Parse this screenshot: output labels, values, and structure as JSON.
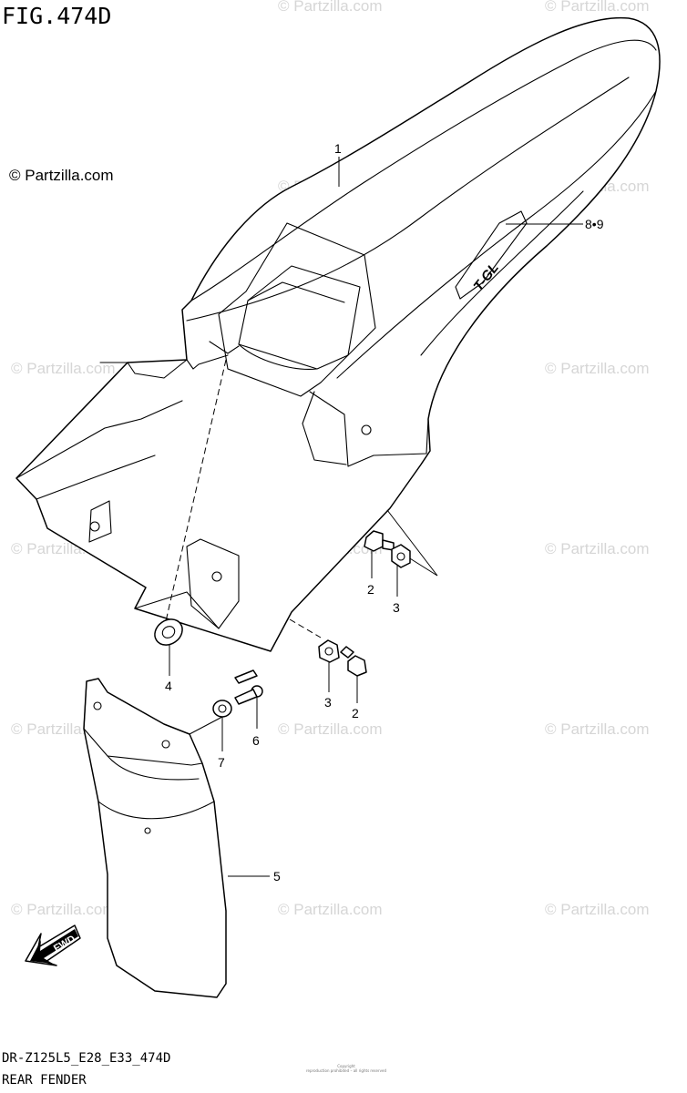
{
  "figure_title": "FIG.474D",
  "brand": "© Partzilla.com",
  "watermark": "© Partzilla.com",
  "fwd_label": "FWD",
  "decal_text": "T-GL",
  "footer": {
    "model_code": "DR-Z125L5_E28_E33_474D",
    "section_name": "REAR FENDER",
    "copyright_line1": "Copyright",
    "copyright_line2": "reproduction prohibited – all rights reserved"
  },
  "callouts": [
    {
      "id": "1",
      "text": "1"
    },
    {
      "id": "8-9",
      "text": "8•9"
    },
    {
      "id": "2a",
      "text": "2"
    },
    {
      "id": "3a",
      "text": "3"
    },
    {
      "id": "4",
      "text": "4"
    },
    {
      "id": "3b",
      "text": "3"
    },
    {
      "id": "2b",
      "text": "2"
    },
    {
      "id": "6",
      "text": "6"
    },
    {
      "id": "7",
      "text": "7"
    },
    {
      "id": "5",
      "text": "5"
    }
  ]
}
